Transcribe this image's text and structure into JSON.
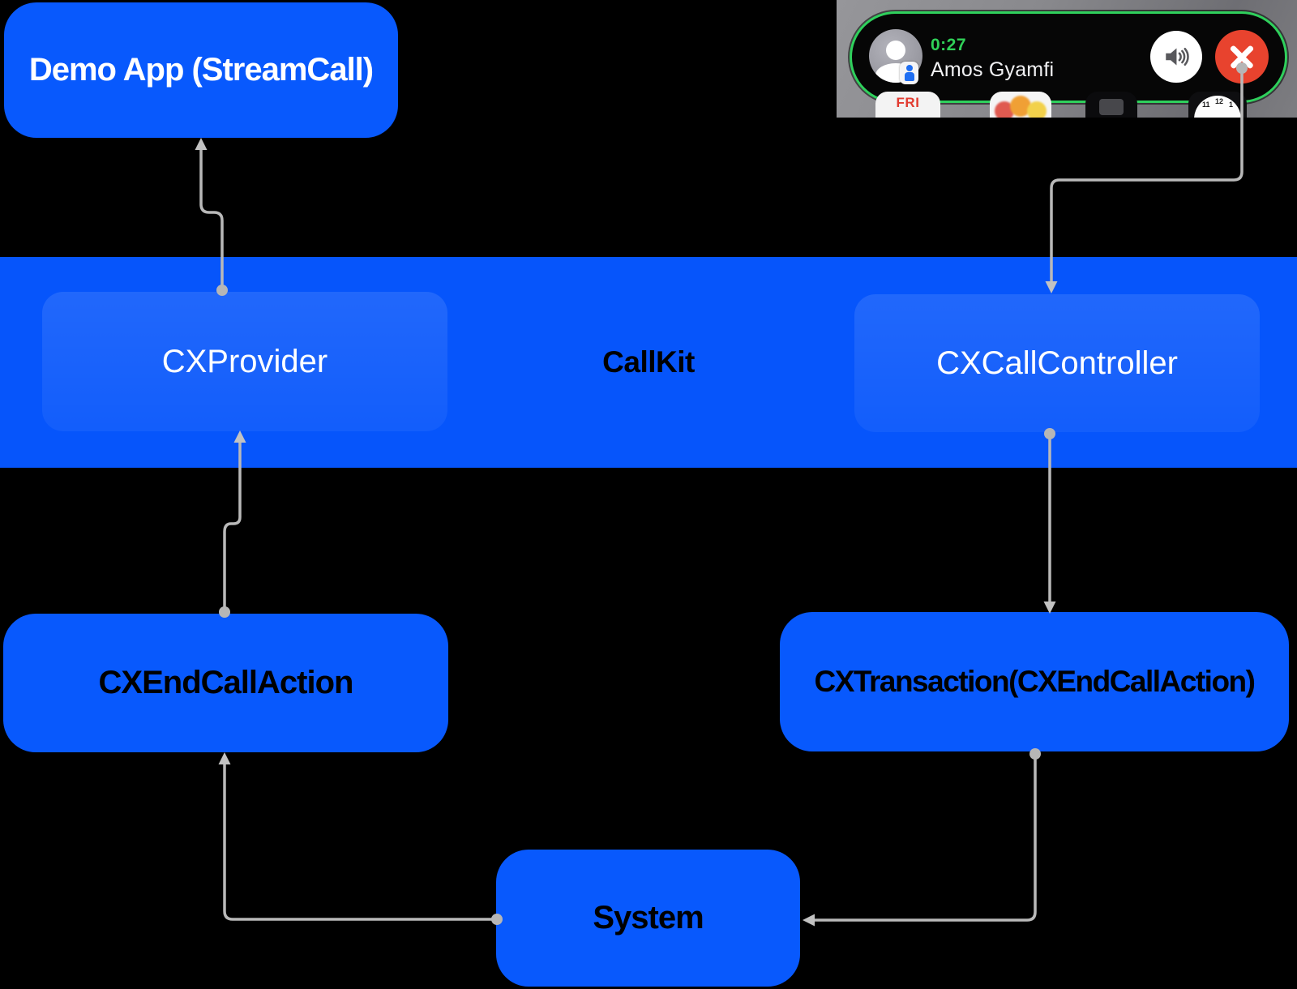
{
  "diagram": {
    "background_color": "#000000",
    "node_fill_color": "#0859fd",
    "band_fill_color": "#0655fb",
    "inner_node_fill": "rgba(255,255,255,0.08)",
    "connector_color": "#b9b9b9",
    "nodes": {
      "demo_app": {
        "label": "Demo App (StreamCall)",
        "text_color": "#ffffff"
      },
      "callkit": {
        "label": "CallKit",
        "text_color": "#000000"
      },
      "cxprovider": {
        "label": "CXProvider",
        "text_color": "#ffffff"
      },
      "cxcallcontroller": {
        "label": "CXCallController",
        "text_color": "#ffffff"
      },
      "cxendcallaction": {
        "label": "CXEndCallAction",
        "text_color": "#000000"
      },
      "cxtransaction": {
        "label": "CXTransaction(CXEndCallAction)",
        "text_color": "#000000"
      },
      "system": {
        "label": "System",
        "text_color": "#000000"
      }
    },
    "connections": [
      {
        "from": "cxprovider",
        "to": "demo_app"
      },
      {
        "from": "end-call-button",
        "to": "cxcallcontroller"
      },
      {
        "from": "cxendcallaction",
        "to": "cxprovider"
      },
      {
        "from": "cxcallcontroller",
        "to": "cxtransaction"
      },
      {
        "from": "system",
        "to": "cxendcallaction"
      },
      {
        "from": "cxtransaction",
        "to": "system"
      }
    ]
  },
  "call_banner": {
    "timer": "0:27",
    "caller_name": "Amos Gyamfi",
    "timer_color": "#30d158",
    "pill_border_color": "#2fd05c",
    "end_call_color": "#e8432e",
    "speaker_icon": "speaker-waves",
    "end_icon": "x-cross"
  },
  "dock": {
    "calendar_label": "FRI",
    "clock_numbers": {
      "eleven": "11",
      "twelve": "12",
      "one": "1"
    }
  }
}
